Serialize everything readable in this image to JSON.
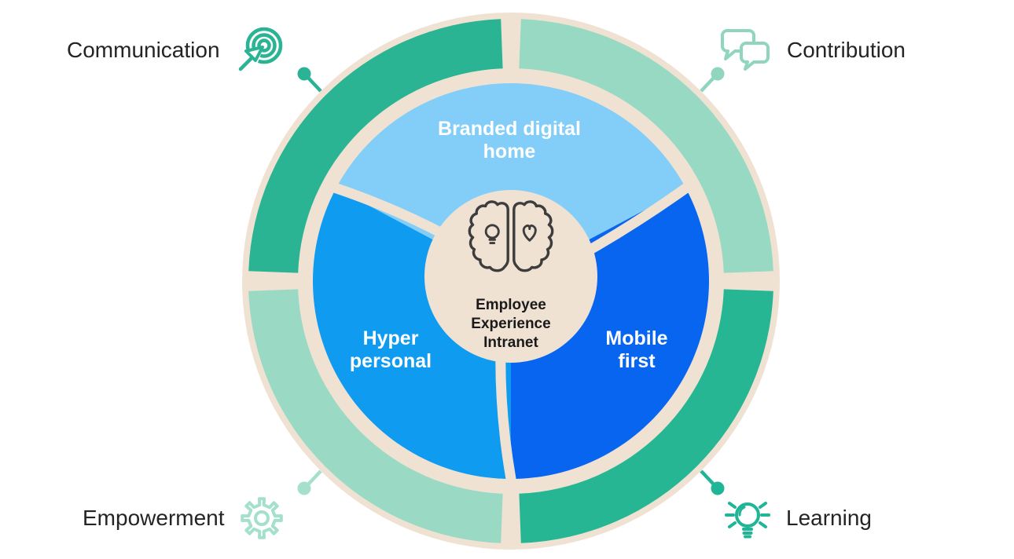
{
  "palette": {
    "background": "#FFFFFF",
    "cream": "#F0E2D3",
    "text_dark": "#242424",
    "white": "#FFFFFF"
  },
  "center": {
    "icon": "brain-icon",
    "label": "Employee\nExperience\nIntranet"
  },
  "wedges": [
    {
      "id": "branded-digital-home",
      "label": "Branded digital\nhome",
      "color": "#82CEF8"
    },
    {
      "id": "mobile-first",
      "label": "Mobile\nfirst",
      "color": "#0765F0"
    },
    {
      "id": "hyper-personal",
      "label": "Hyper\npersonal",
      "color": "#0F9BF0"
    }
  ],
  "ring_segments": [
    {
      "position": "top-left",
      "color": "#2BB494"
    },
    {
      "position": "top-right",
      "color": "#97D9C3"
    },
    {
      "position": "bottom-right",
      "color": "#26B694"
    },
    {
      "position": "bottom-left",
      "color": "#9ADAC5"
    }
  ],
  "callouts": [
    {
      "id": "communication",
      "label": "Communication",
      "icon": "target-arrow-icon",
      "position": "top-left",
      "color": "#2AB394"
    },
    {
      "id": "contribution",
      "label": "Contribution",
      "icon": "chat-bubbles-icon",
      "position": "top-right",
      "color": "#8FD5BF"
    },
    {
      "id": "empowerment",
      "label": "Empowerment",
      "icon": "gear-icon",
      "position": "bottom-left",
      "color": "#A5E0CD"
    },
    {
      "id": "learning",
      "label": "Learning",
      "icon": "lightbulb-icon",
      "position": "bottom-right",
      "color": "#1FB596"
    }
  ]
}
